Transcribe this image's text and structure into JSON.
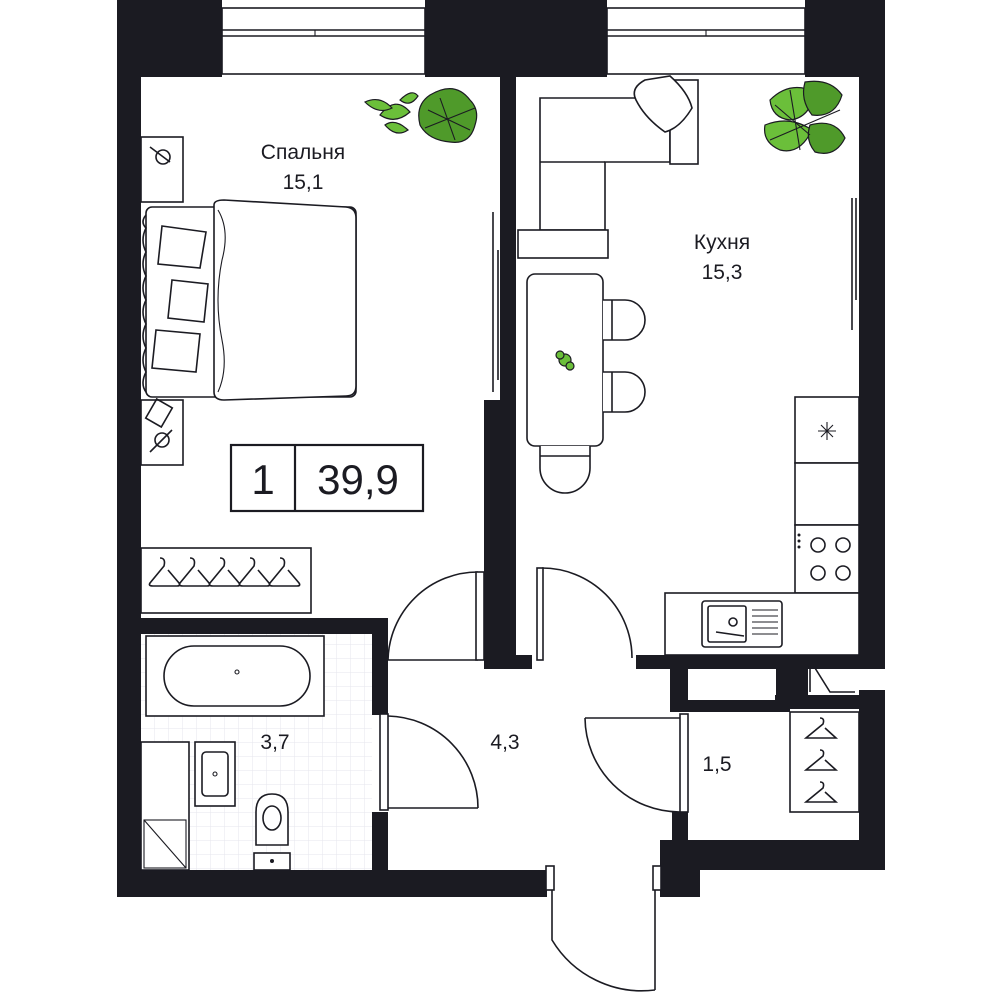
{
  "floorplan": {
    "summary": {
      "rooms": "1",
      "total_area": "39,9"
    },
    "rooms": {
      "bedroom": {
        "label": "Спальня",
        "area": "15,1"
      },
      "kitchen": {
        "label": "Кухня",
        "area": "15,3"
      },
      "bathroom": {
        "label": "",
        "area": "3,7"
      },
      "hallway": {
        "label": "",
        "area": "4,3"
      },
      "wardrobe": {
        "label": "",
        "area": "1,5"
      }
    }
  },
  "colors": {
    "wall": "#1b1b22",
    "plant_green": "#6bbf3a",
    "tile_grid": "#e9e9ee"
  },
  "icons": [
    "bed-icon",
    "wardrobe-hangers-icon",
    "bathtub-icon",
    "sink-icon",
    "toilet-icon",
    "sofa-icon",
    "dining-table-icon",
    "stove-icon",
    "kitchen-sink-icon",
    "fridge-icon",
    "plant-icon",
    "window-icon",
    "door-icon"
  ]
}
